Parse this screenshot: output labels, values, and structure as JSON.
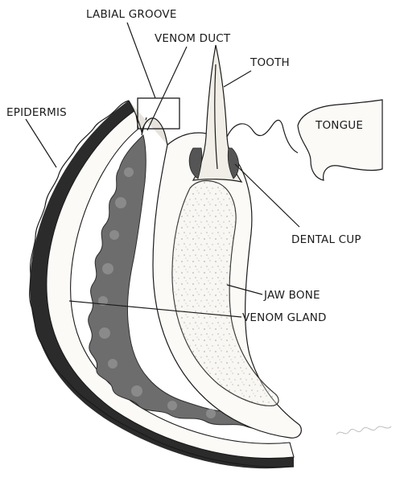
{
  "labels": {
    "labial_groove": "LABIAL GROOVE",
    "venom_duct": "VENOM DUCT",
    "tooth": "TOOTH",
    "epidermis": "EPIDERMIS",
    "tongue": "TONGUE",
    "dental_cup": "DENTAL CUP",
    "jaw_bone": "JAW BONE",
    "venom_gland": "VENOM GLAND"
  },
  "colors": {
    "line": "#1b1b1b",
    "epidermis": "#2b2b2b",
    "gland": "#6d6d6d",
    "bone_fill": "#f4f1ea",
    "paper": "#ffffff"
  }
}
